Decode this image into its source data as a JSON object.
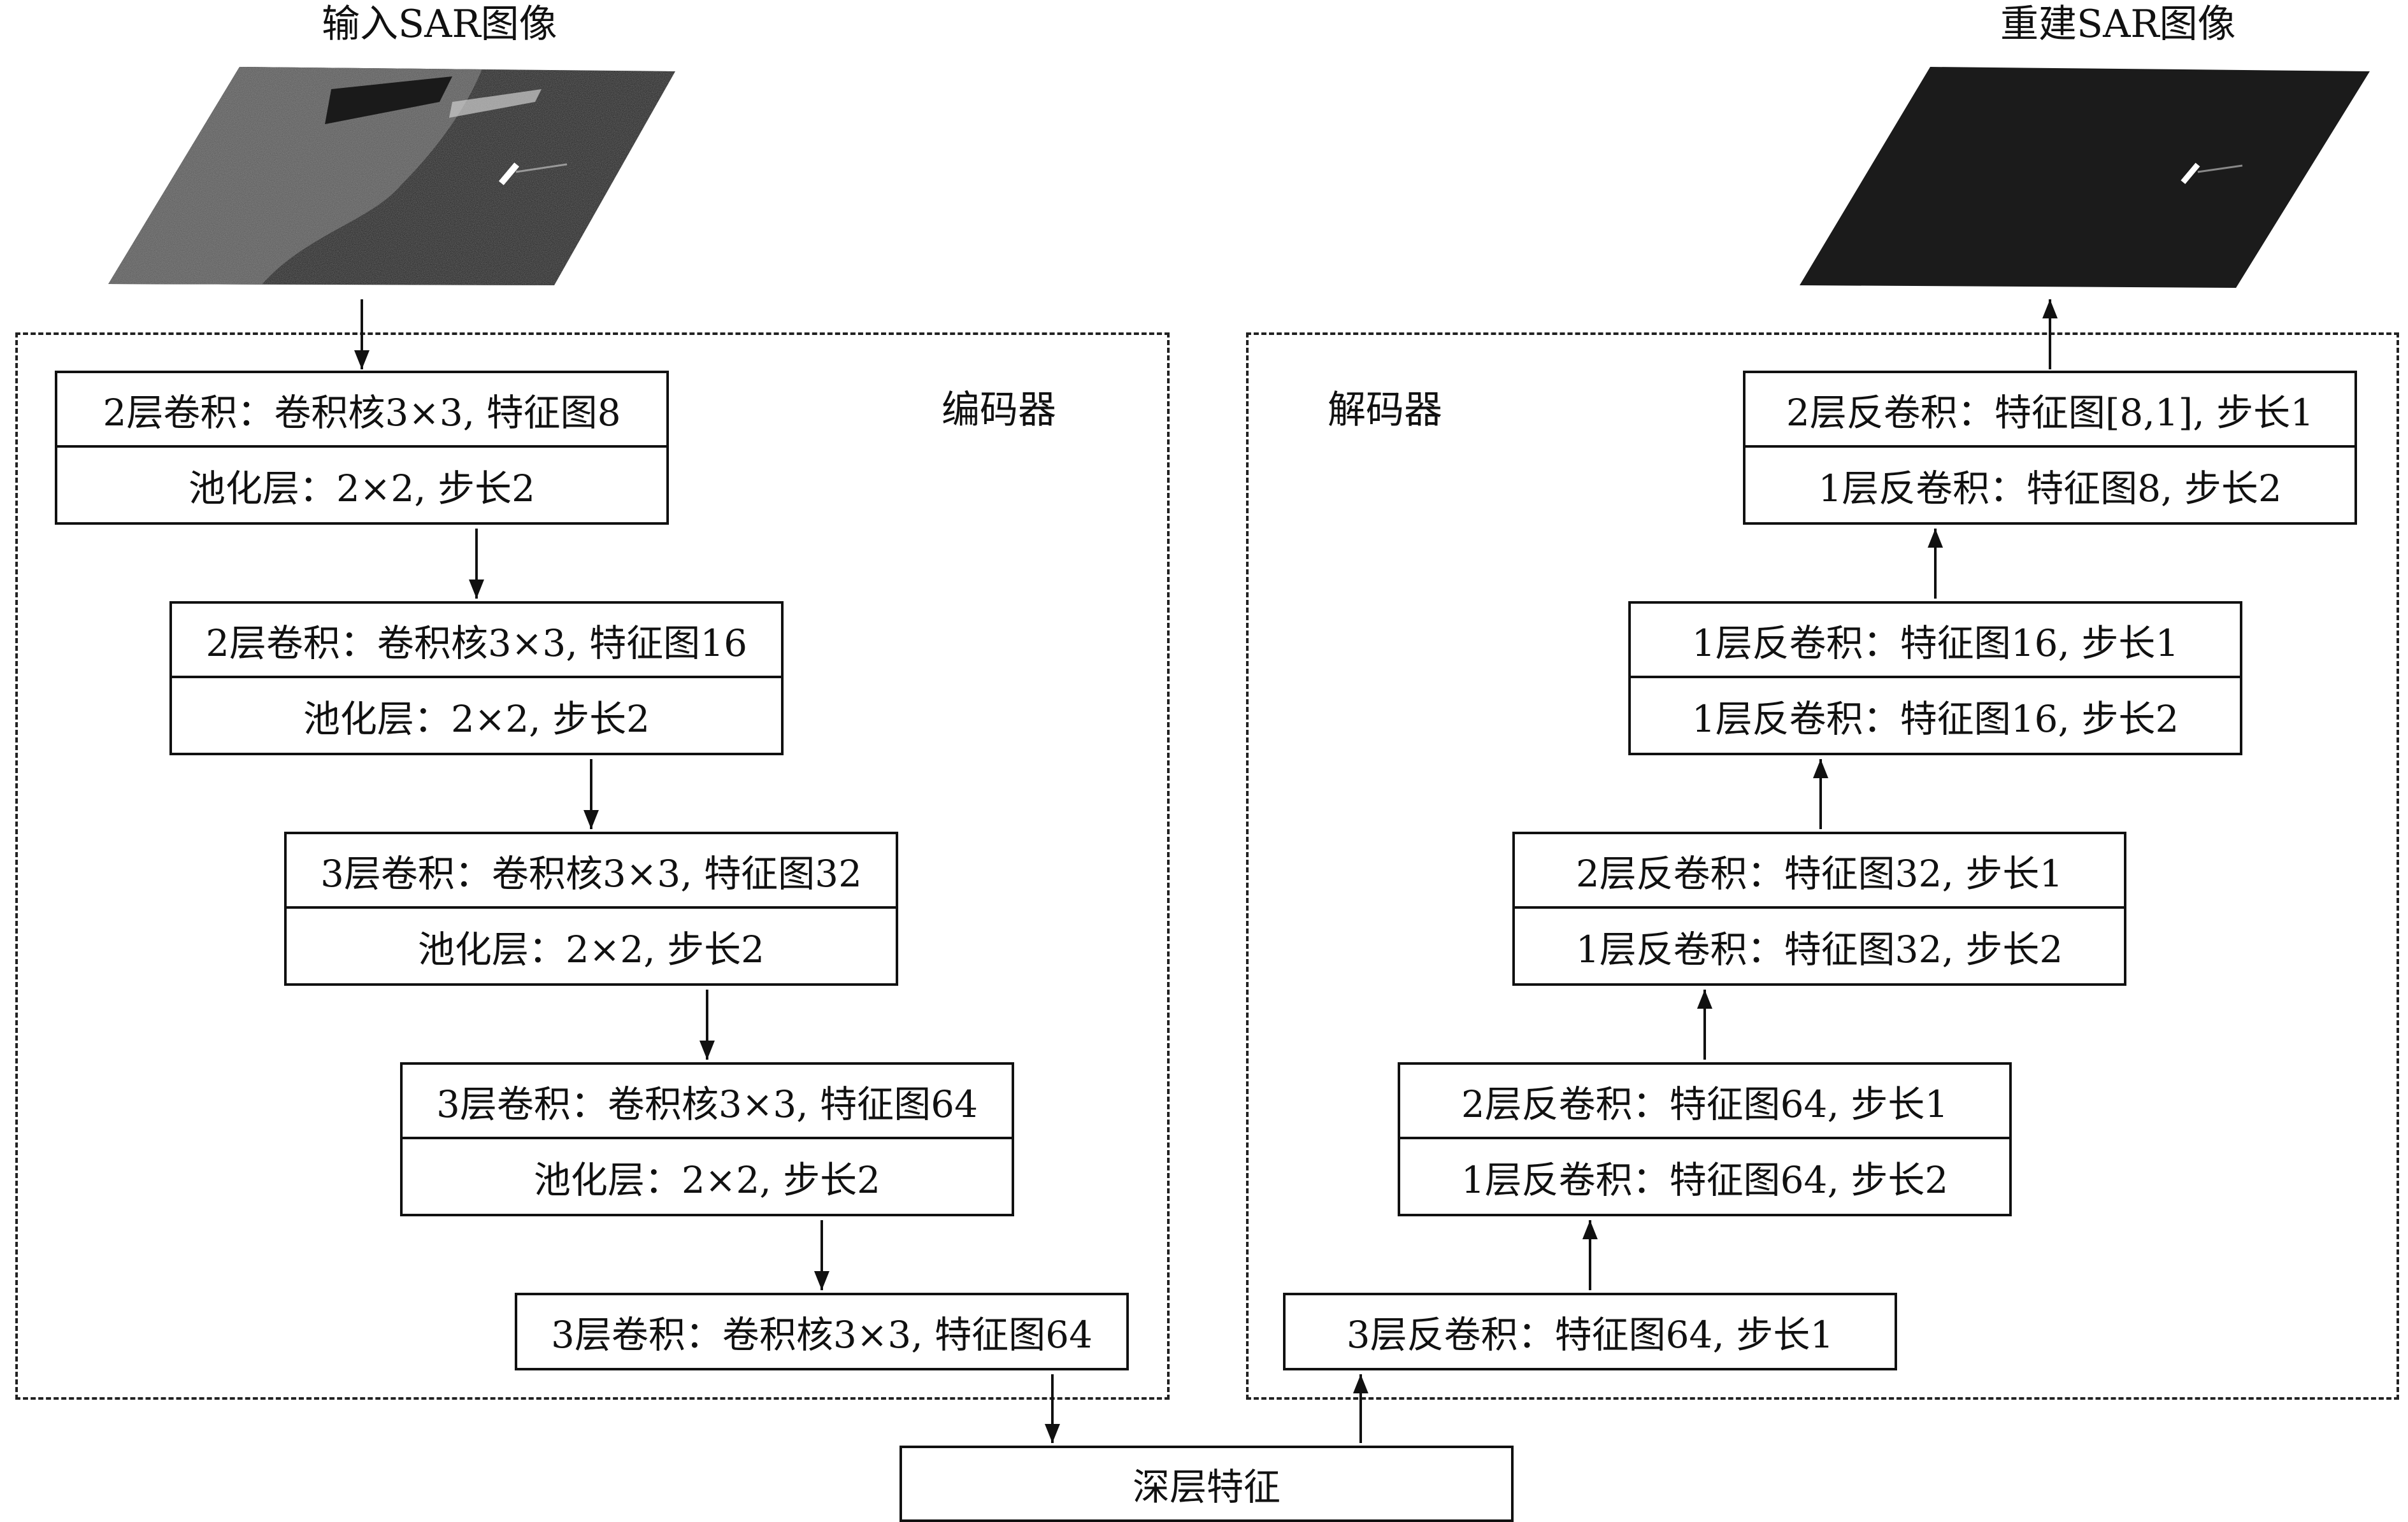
{
  "titles": {
    "input": "输入SAR图像",
    "output": "重建SAR图像",
    "encoder": "编码器",
    "decoder": "解码器",
    "deep_feature": "深层特征"
  },
  "encoder_blocks": [
    {
      "top": "2层卷积：卷积核3×3, 特征图8",
      "bottom": "池化层：2×2, 步长2"
    },
    {
      "top": "2层卷积：卷积核3×3, 特征图16",
      "bottom": "池化层：2×2, 步长2"
    },
    {
      "top": "3层卷积：卷积核3×3, 特征图32",
      "bottom": "池化层：2×2, 步长2"
    },
    {
      "top": "3层卷积：卷积核3×3, 特征图64",
      "bottom": "池化层：2×2, 步长2"
    },
    {
      "top": "3层卷积：卷积核3×3, 特征图64"
    }
  ],
  "decoder_blocks": [
    {
      "top": "2层反卷积：特征图[8,1], 步长1",
      "bottom": "1层反卷积：特征图8, 步长2"
    },
    {
      "top": "1层反卷积：特征图16, 步长1",
      "bottom": "1层反卷积：特征图16, 步长2"
    },
    {
      "top": "2层反卷积：特征图32, 步长1",
      "bottom": "1层反卷积：特征图32, 步长2"
    },
    {
      "top": "2层反卷积：特征图64, 步长1",
      "bottom": "1层反卷积：特征图64, 步长2"
    },
    {
      "top": "3层反卷积：特征图64, 步长1"
    }
  ]
}
